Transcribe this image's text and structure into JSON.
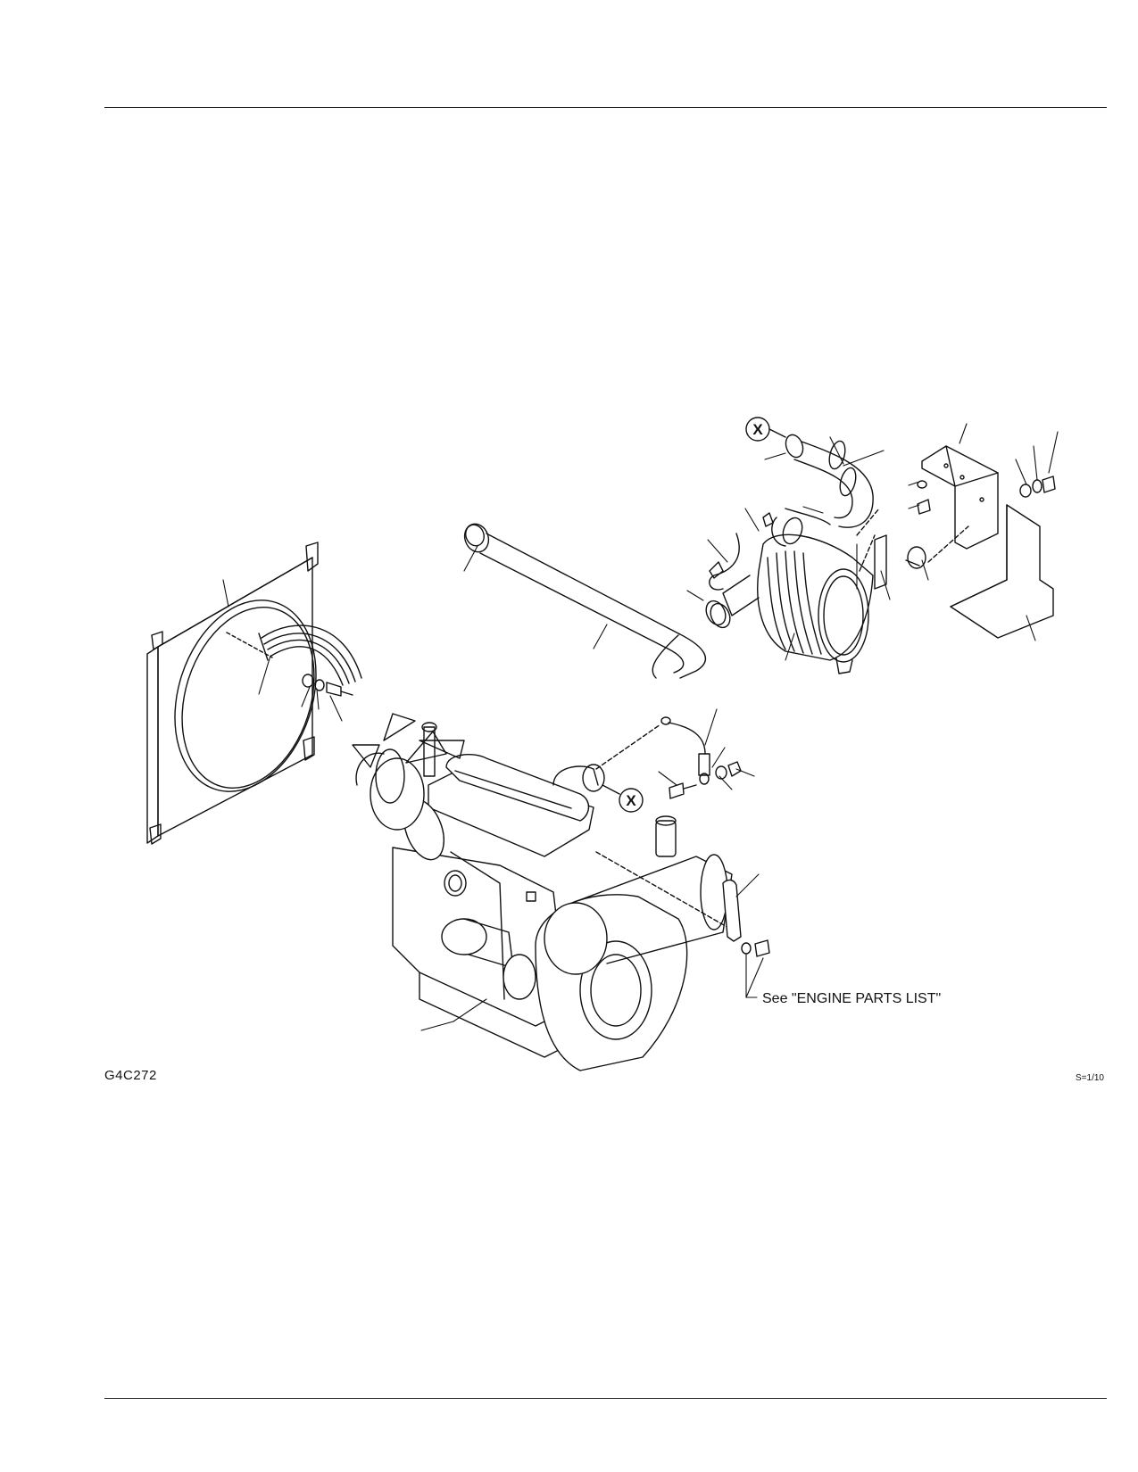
{
  "figure": {
    "code": "G4C272",
    "scale": "S=1/10",
    "note": "See \"ENGINE PARTS LIST\"",
    "connector_mark": "X"
  }
}
